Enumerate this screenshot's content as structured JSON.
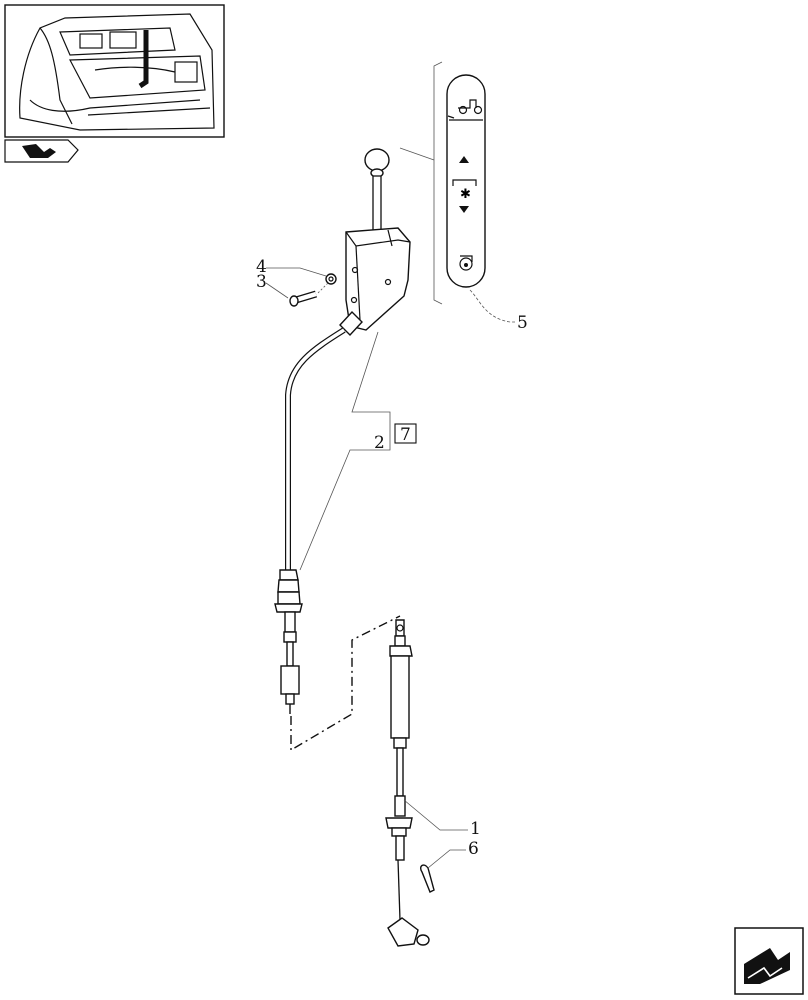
{
  "callouts": {
    "c1": "1",
    "c2": "2",
    "c3": "3",
    "c4": "4",
    "c5": "5",
    "c6": "6",
    "c7": "7"
  },
  "icons": {
    "thumbnail": "tractor-cab-thumbnail",
    "book": "manual-book-icon",
    "nav_arrow": "next-page-arrow-icon"
  }
}
